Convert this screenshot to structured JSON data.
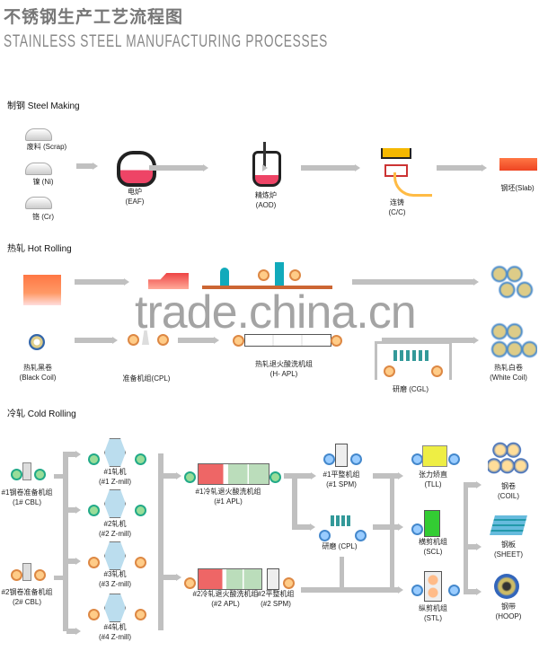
{
  "title_cn": "不锈钢生产工艺流程图",
  "title_en": "STAINLESS STEEL MANUFACTURING PROCESSES",
  "watermark": "trade.china.cn",
  "steel_making": {
    "title": "制钢  Steel Making",
    "inputs": [
      "废料 (Scrap)",
      "镍 (Ni)",
      "铬 (Cr)"
    ],
    "eaf": [
      "电炉",
      "(EAF)"
    ],
    "aod": [
      "精炼炉",
      "(AOD)"
    ],
    "cc": [
      "连铸",
      "(C/C)"
    ],
    "slab": "钢坯(Slab)"
  },
  "hot_rolling": {
    "title": "热轧  Hot Rolling",
    "black_coil": [
      "热轧黑卷",
      "(Black Coil)"
    ],
    "cpl": "准备机组(CPL)",
    "hapl": [
      "热轧退火酸洗机组",
      "(H- APL)"
    ],
    "cgl": "研磨 (CGL)",
    "white_coil": [
      "热轧白卷",
      "(White Coil)"
    ]
  },
  "cold_rolling": {
    "title": "冷轧  Cold Rolling",
    "cbl1": [
      "#1钢卷准备机组",
      "(1# CBL)"
    ],
    "cbl2": [
      "#2钢卷准备机组",
      "(2# CBL)"
    ],
    "mills": [
      [
        "#1轧机",
        "(#1 Z-mill)"
      ],
      [
        "#2轧机",
        "(#2 Z-mill)"
      ],
      [
        "#3轧机",
        "(#3 Z-mill)"
      ],
      [
        "#4轧机",
        "(#4 Z-mill)"
      ]
    ],
    "apl1": [
      "#1冷轧退火酸洗机组",
      "(#1 APL)"
    ],
    "apl2": [
      "#2冷轧退火酸洗机组",
      "(#2 APL)"
    ],
    "spm2": [
      "#2平整机组",
      "(#2 SPM)"
    ],
    "spm1": [
      "#1平整机组",
      "(#1 SPM)"
    ],
    "cpl": "研磨 (CPL)",
    "tll": [
      "张力矫直",
      "(TLL)"
    ],
    "scl": [
      "横剪机组",
      "(SCL)"
    ],
    "stl": [
      "纵剪机组",
      "(STL)"
    ],
    "coil": [
      "钢卷",
      "(COIL)"
    ],
    "sheet": [
      "钢板",
      "(SHEET)"
    ],
    "hoop": [
      "钢带",
      "(HOOP)"
    ]
  }
}
